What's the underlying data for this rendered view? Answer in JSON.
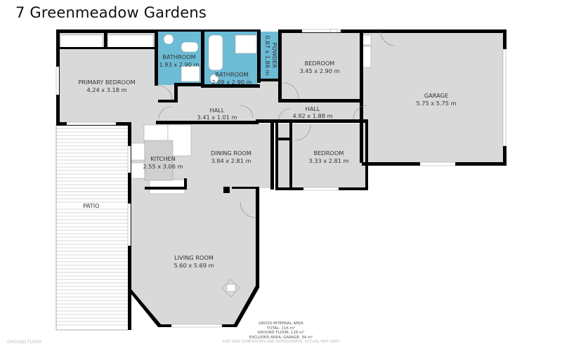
{
  "header": {
    "title": "7 Greenmeadow Gardens"
  },
  "colors": {
    "wall": "#000000",
    "floor": "#d9d9d9",
    "wet_area": "#6cbcd6",
    "patio_lines": "#9a9a9a",
    "background": "#ffffff"
  },
  "rooms": [
    {
      "id": "primary-bedroom",
      "name": "PRIMARY BEDROOM",
      "dims": "4.24 x 3.18 m"
    },
    {
      "id": "bathroom-1",
      "name": "BATHROOM",
      "dims": "1.93 x 2.90 m"
    },
    {
      "id": "bathroom-2",
      "name": "BATHROOM",
      "dims": "2.09 x 2.90 m"
    },
    {
      "id": "powder",
      "name": "POWDER",
      "dims": "0.87 x 1.88 m"
    },
    {
      "id": "bedroom-1",
      "name": "BEDROOM",
      "dims": "3.45 x 2.90 m"
    },
    {
      "id": "garage",
      "name": "GARAGE",
      "dims": "5.75 x 5.75 m"
    },
    {
      "id": "hall-1",
      "name": "HALL",
      "dims": "3.41 x 1.01 m"
    },
    {
      "id": "hall-2",
      "name": "HALL",
      "dims": "4.92 x 1.88 m"
    },
    {
      "id": "kitchen",
      "name": "KITCHEN",
      "dims": "2.55 x 3.06 m"
    },
    {
      "id": "dining-room",
      "name": "DINING ROOM",
      "dims": "3.84 x 2.81 m"
    },
    {
      "id": "bedroom-2",
      "name": "BEDROOM",
      "dims": "3.33 x 2.81 m"
    },
    {
      "id": "patio",
      "name": "PATIO",
      "dims": ""
    },
    {
      "id": "living-room",
      "name": "LIVING ROOM",
      "dims": "5.60 x 5.69 m"
    }
  ],
  "area_summary": {
    "heading": "GROSS INTERNAL AREA",
    "total": "TOTAL: 116 m²",
    "ground_floor": "GROUND FLOOR: 116 m²",
    "excluded": "EXCLUDED AREA: GARAGE: 34 m²",
    "disclaimer": "SIZE AND DIMENSIONS ARE APPROXIMATE, ACTUAL MAY VARY."
  },
  "floor_label": "GROUND FLOOR"
}
